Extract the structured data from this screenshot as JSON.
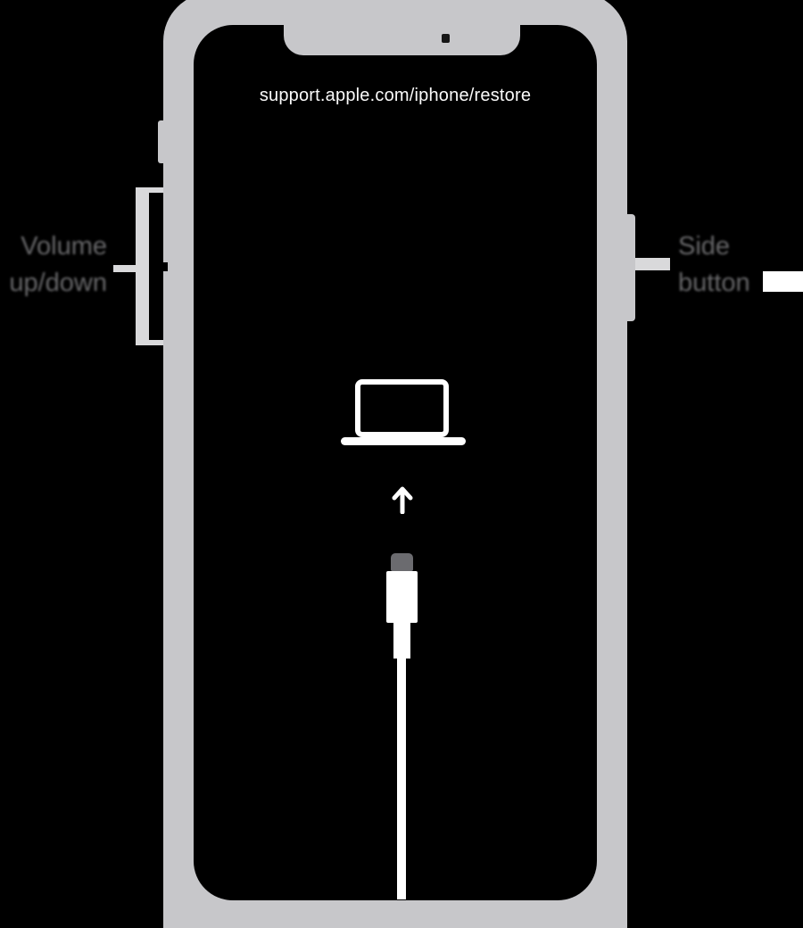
{
  "screen": {
    "url_text": "support.apple.com/iphone/restore"
  },
  "callouts": {
    "left": {
      "line1": "Volume",
      "line2": "up/down"
    },
    "right": {
      "line1": "Side",
      "line2": "button"
    }
  },
  "icons": {
    "laptop": "laptop-computer-icon",
    "arrow": "arrow-up-icon",
    "cable": "lightning-cable-icon",
    "camera": "front-camera-dot"
  },
  "colors": {
    "background": "#000000",
    "phone_body": "#c7c7ca",
    "callout_lines": "#d9d9db",
    "label_text": "#68686a",
    "screen_text": "#fafafa",
    "connector_tip": "#6b6b6f",
    "white": "#ffffff"
  }
}
